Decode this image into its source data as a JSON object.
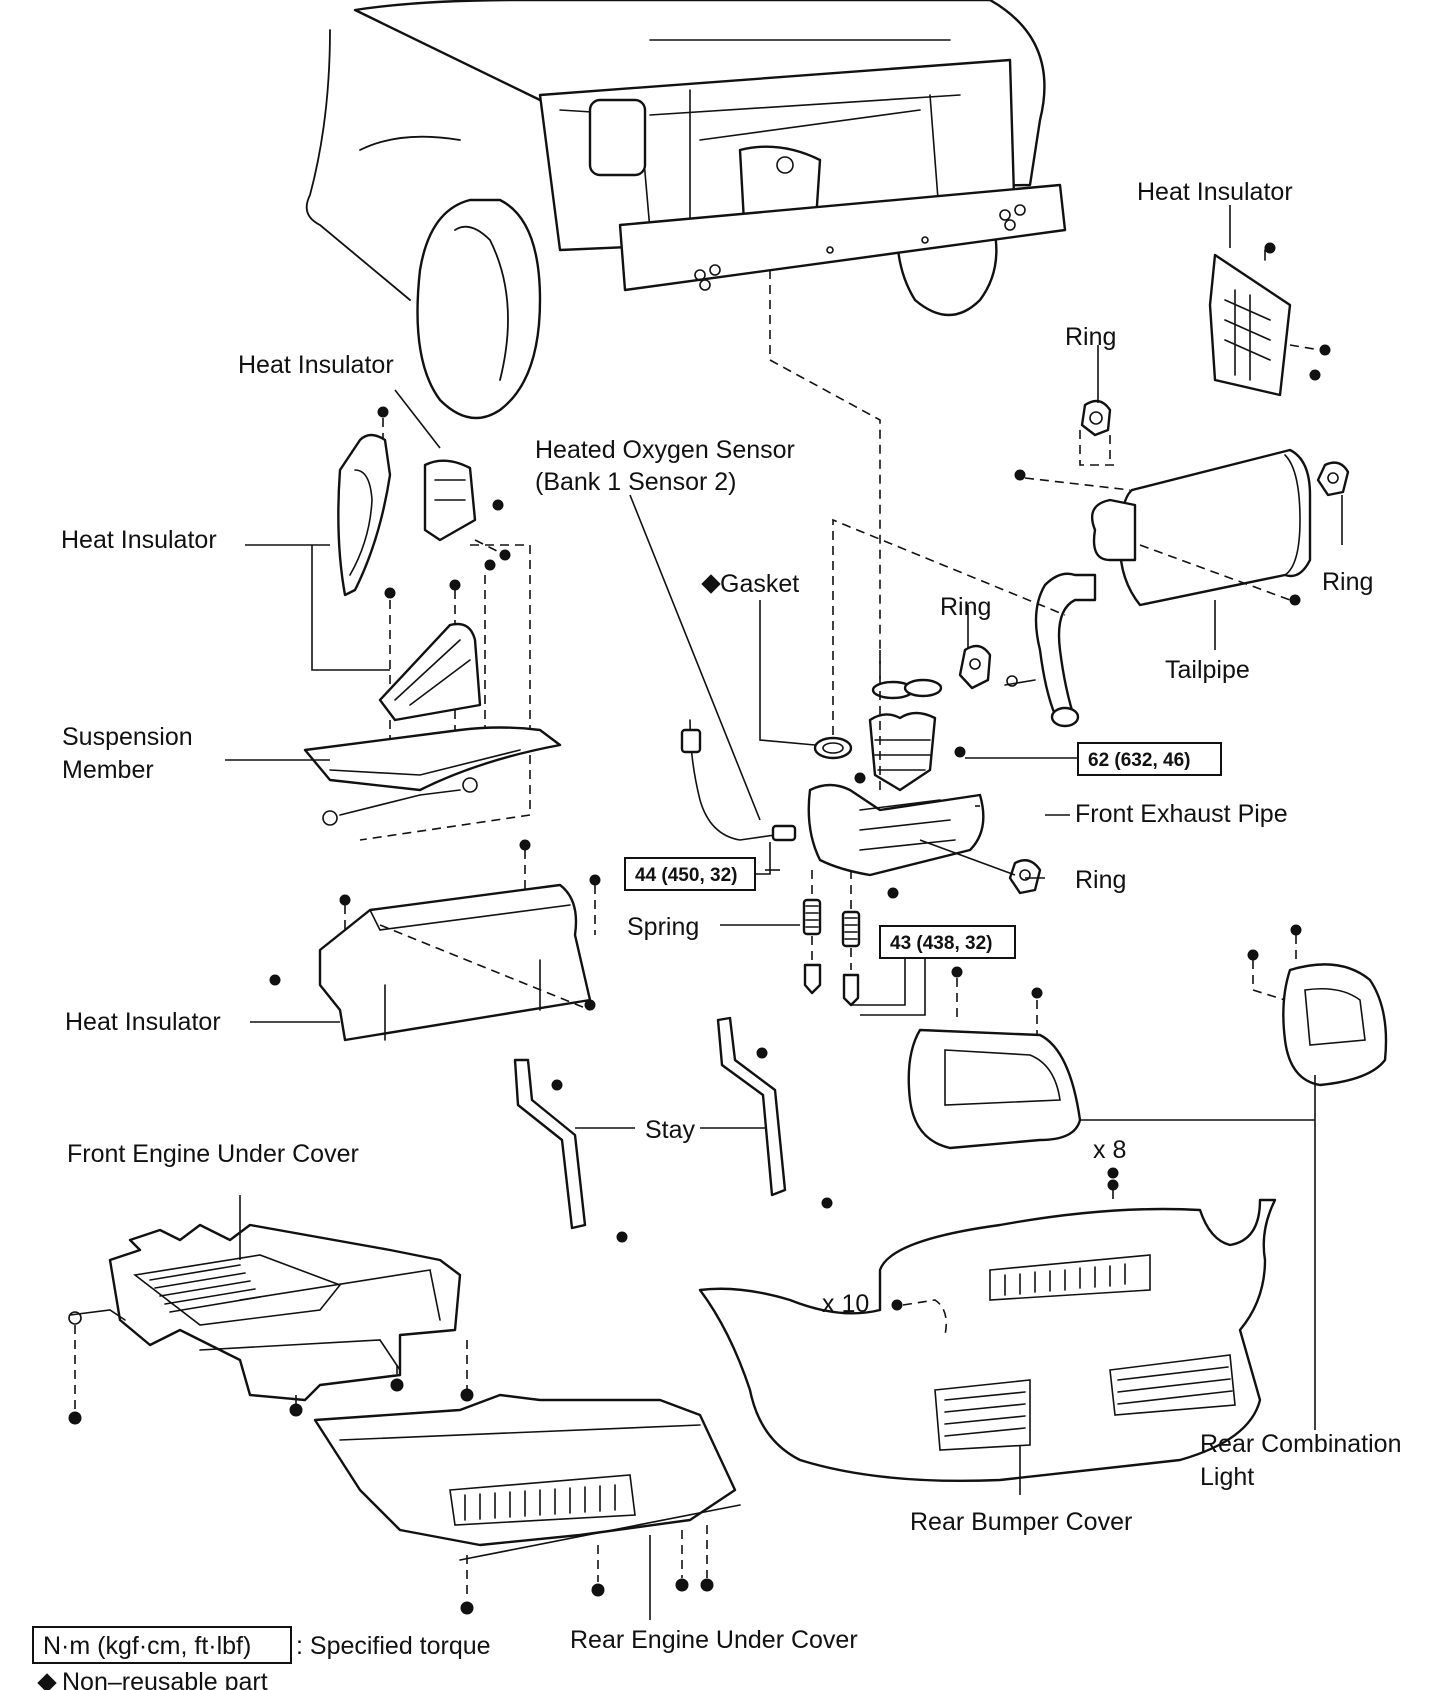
{
  "labels": {
    "heat_insulator_top_right": "Heat Insulator",
    "heat_insulator_upper": "Heat Insulator",
    "heat_insulator_left": "Heat Insulator",
    "heat_insulator_lower": "Heat Insulator",
    "ring_top": "Ring",
    "ring_right": "Ring",
    "ring_mid": "Ring",
    "ring_front_pipe": "Ring",
    "ho2s_line1": "Heated Oxygen Sensor",
    "ho2s_line2": "(Bank 1 Sensor 2)",
    "gasket": "Gasket",
    "tailpipe": "Tailpipe",
    "suspension_member_line1": "Suspension",
    "suspension_member_line2": "Member",
    "front_exhaust_pipe": "Front Exhaust Pipe",
    "spring": "Spring",
    "stay": "Stay",
    "front_engine_under_cover": "Front Engine Under Cover",
    "rear_engine_under_cover": "Rear Engine Under Cover",
    "rear_bumper_cover": "Rear Bumper Cover",
    "rear_combination_light_line1": "Rear Combination",
    "rear_combination_light_line2": "Light",
    "qty_x8": "x 8",
    "qty_x10": "x 10"
  },
  "torques": {
    "front_pipe_nut": "62 (632, 46)",
    "oxygen_sensor": "44 (450, 32)",
    "spring_bolt": "43 (438, 32)"
  },
  "legend": {
    "unit_box": "N·m (kgf·cm, ft·lbf)",
    "unit_desc": ": Specified torque",
    "non_reusable": "Non–reusable part"
  },
  "symbols": {
    "non_reusable_marker": "diamond"
  }
}
